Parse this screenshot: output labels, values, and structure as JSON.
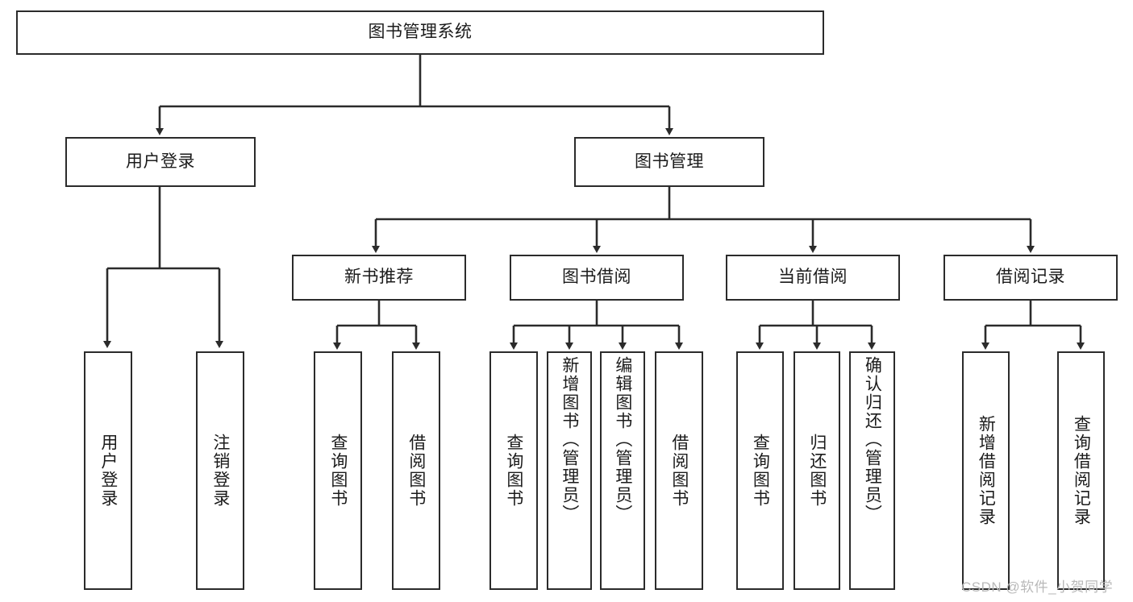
{
  "diagram": {
    "title": "图书管理系统",
    "type": "tree",
    "watermark": "CSDN @软件_小贺同学",
    "colors": {
      "box_border": "#2b2b2b",
      "box_fill": "#ffffff",
      "connector": "#2b2b2b",
      "text": "#1b1b1b",
      "watermark": "#b9b9b9"
    },
    "root": {
      "label": "图书管理系统"
    },
    "level2": [
      {
        "label": "用户登录"
      },
      {
        "label": "图书管理"
      }
    ],
    "level3": [
      {
        "label": "新书推荐"
      },
      {
        "label": "图书借阅"
      },
      {
        "label": "当前借阅"
      },
      {
        "label": "借阅记录"
      }
    ],
    "leaves": {
      "user_login": [
        {
          "label": "用户登录"
        },
        {
          "label": "注销登录"
        }
      ],
      "new_book_recommend": [
        {
          "label": "查询图书"
        },
        {
          "label": "借阅图书"
        }
      ],
      "book_borrow": [
        {
          "label": "查询图书"
        },
        {
          "label": "新增图书（管理员）"
        },
        {
          "label": "编辑图书（管理员）"
        },
        {
          "label": "借阅图书"
        }
      ],
      "current_borrow": [
        {
          "label": "查询图书"
        },
        {
          "label": "归还图书"
        },
        {
          "label": "确认归还（管理员）"
        }
      ],
      "borrow_records": [
        {
          "label": "新增借阅记录"
        },
        {
          "label": "查询借阅记录"
        }
      ]
    }
  }
}
